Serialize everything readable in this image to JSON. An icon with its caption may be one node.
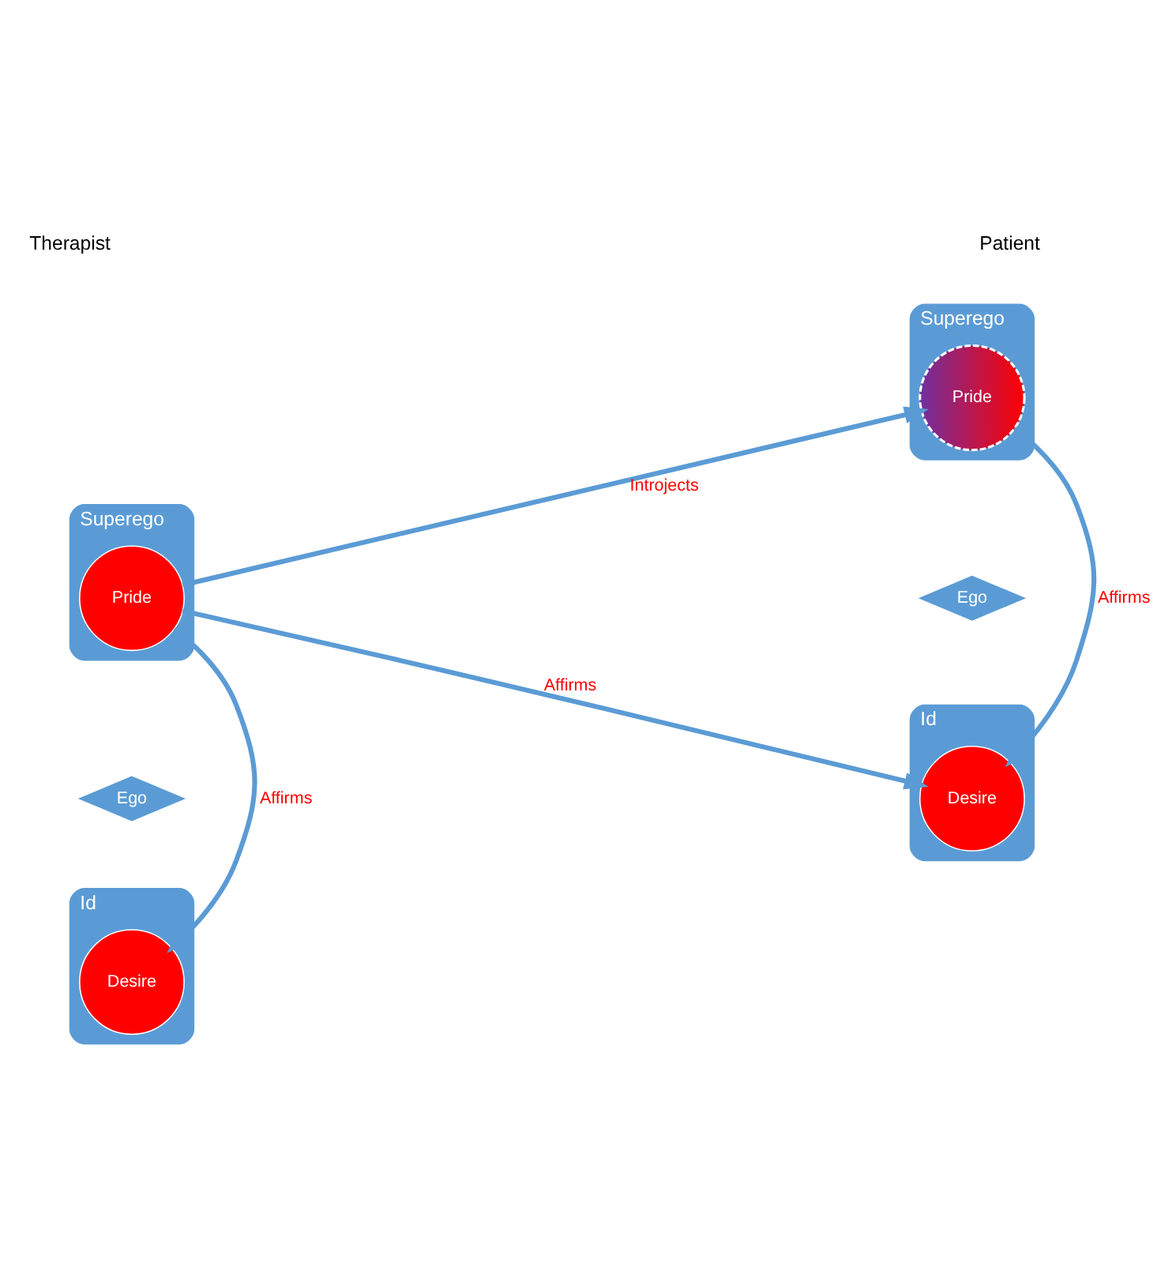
{
  "diagram": {
    "nodes": [
      {
        "text": [
          "Superego"
        ]
      },
      {
        "text": [
          "Pride"
        ],
        "in": 0
      },
      {
        "text": [
          "Ego"
        ]
      },
      {
        "text": [
          "Id"
        ]
      },
      {
        "text": [
          "Desire"
        ],
        "in": 3
      },
      {
        "text": [
          "Superego"
        ]
      },
      {
        "text": [
          "Pride"
        ],
        "in": 5
      },
      {
        "text": [
          "Ego"
        ]
      },
      {
        "text": [
          "Id"
        ]
      },
      {
        "text": [
          "Desire"
        ],
        "in": 8
      }
    ],
    "edges": [
      {
        "from": 1,
        "to": 6,
        "arrow": "to",
        "label": "Introjects"
      },
      {
        "from": 1,
        "to": 4,
        "arrow": "to",
        "label": "Affirms"
      },
      {
        "from": 1,
        "to": 9,
        "arrow": "to",
        "label": "Affirms"
      },
      {
        "from": 6,
        "to": 9,
        "arrow": "to",
        "label": "Affirms"
      }
    ],
    "labels": [
      "Therapist",
      "Patient"
    ]
  }
}
